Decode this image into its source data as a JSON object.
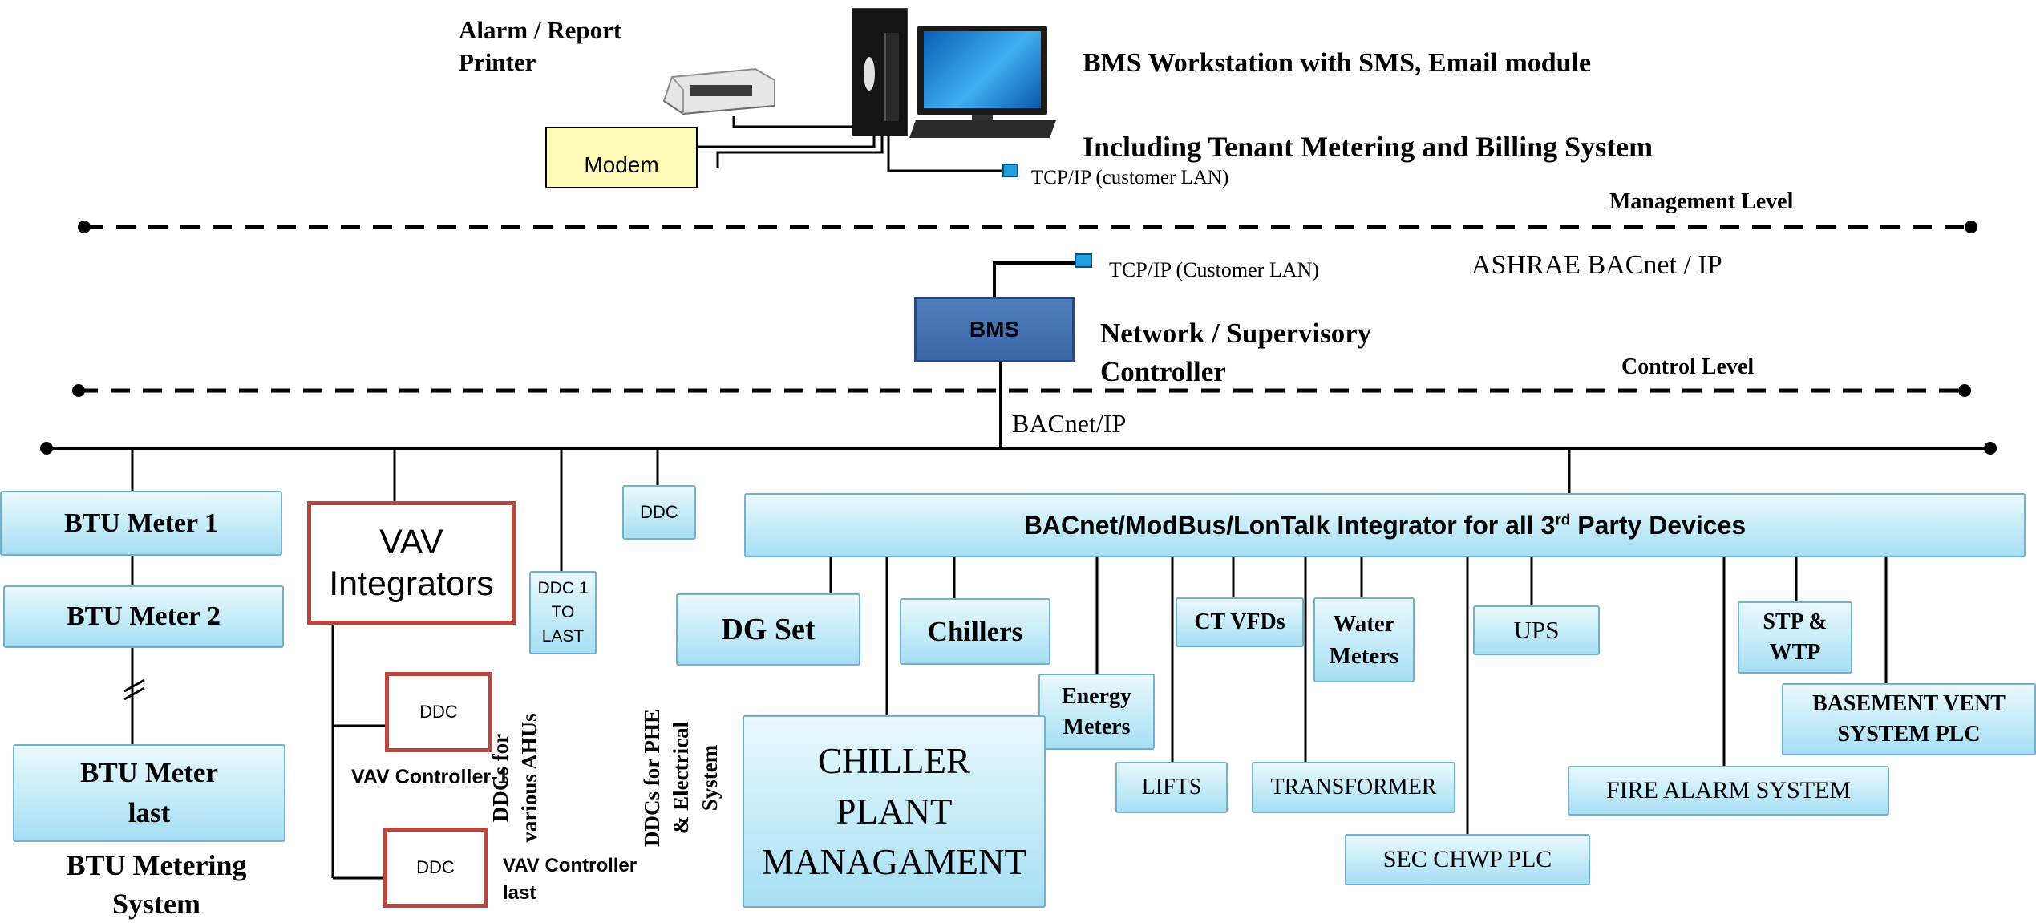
{
  "management": {
    "printer_label_line1": "Alarm / Report",
    "printer_label_line2": "Printer",
    "modem_label": "Modem",
    "workstation_label": "BMS Workstation  with SMS, Email module",
    "tenant_label": "Including Tenant Metering and Billing System",
    "tcpip_top": "TCP/IP (customer LAN)",
    "level_label": "Management Level"
  },
  "control": {
    "tcpip_label": "TCP/IP (Customer LAN)",
    "protocol_label": "ASHRAE BACnet / IP",
    "bms_box_label": "BMS",
    "controller_line1": "Network / Supervisory",
    "controller_line2": "Controller",
    "level_label": "Control Level",
    "bus_label": "BACnet/IP"
  },
  "btu": {
    "meter1": "BTU Meter 1",
    "meter2": "BTU Meter 2",
    "meter_last_line1": "BTU Meter",
    "meter_last_line2": "last",
    "system_line1": "BTU Metering",
    "system_line2": "System"
  },
  "vav": {
    "integrators_line1": "VAV",
    "integrators_line2": "Integrators",
    "ddc1": "DDC",
    "controller1": "VAV Controller-1",
    "ddc2": "DDC",
    "controller_last_line1": "VAV Controller",
    "controller_last_line2": "last"
  },
  "ddc": {
    "ddc_range_line1": "DDC 1",
    "ddc_range_line2": "TO",
    "ddc_range_line3": "LAST",
    "ddc_top": "DDC",
    "ahu_line1": "DDCs for",
    "ahu_line2": "various AHUs",
    "phe_line1": "DDCs for  PHE",
    "phe_line2": "& Electrical",
    "phe_line3": "System"
  },
  "integrator": {
    "label": "BACnet/ModBus/LonTalk Integrator for all 3",
    "label_sup": "rd",
    "label_tail": " Party Devices"
  },
  "devices": {
    "dg_set": "DG Set",
    "chillers": "Chillers",
    "energy_meters_line1": "Energy",
    "energy_meters_line2": "Meters",
    "chiller_plant_line1": "CHILLER",
    "chiller_plant_line2": "PLANT",
    "chiller_plant_line3": "MANAGAMENT",
    "ct_vfds": "CT VFDs",
    "lifts": "LIFTS",
    "water_meters_line1": "Water",
    "water_meters_line2": "Meters",
    "transformer": "TRANSFORMER",
    "ups": "UPS",
    "sec_chwp_plc": "SEC CHWP PLC",
    "fire_alarm": "FIRE ALARM SYSTEM",
    "stp_line1": "STP &",
    "stp_line2": "WTP",
    "basement_line1": "BASEMENT VENT",
    "basement_line2": "SYSTEM PLC"
  }
}
